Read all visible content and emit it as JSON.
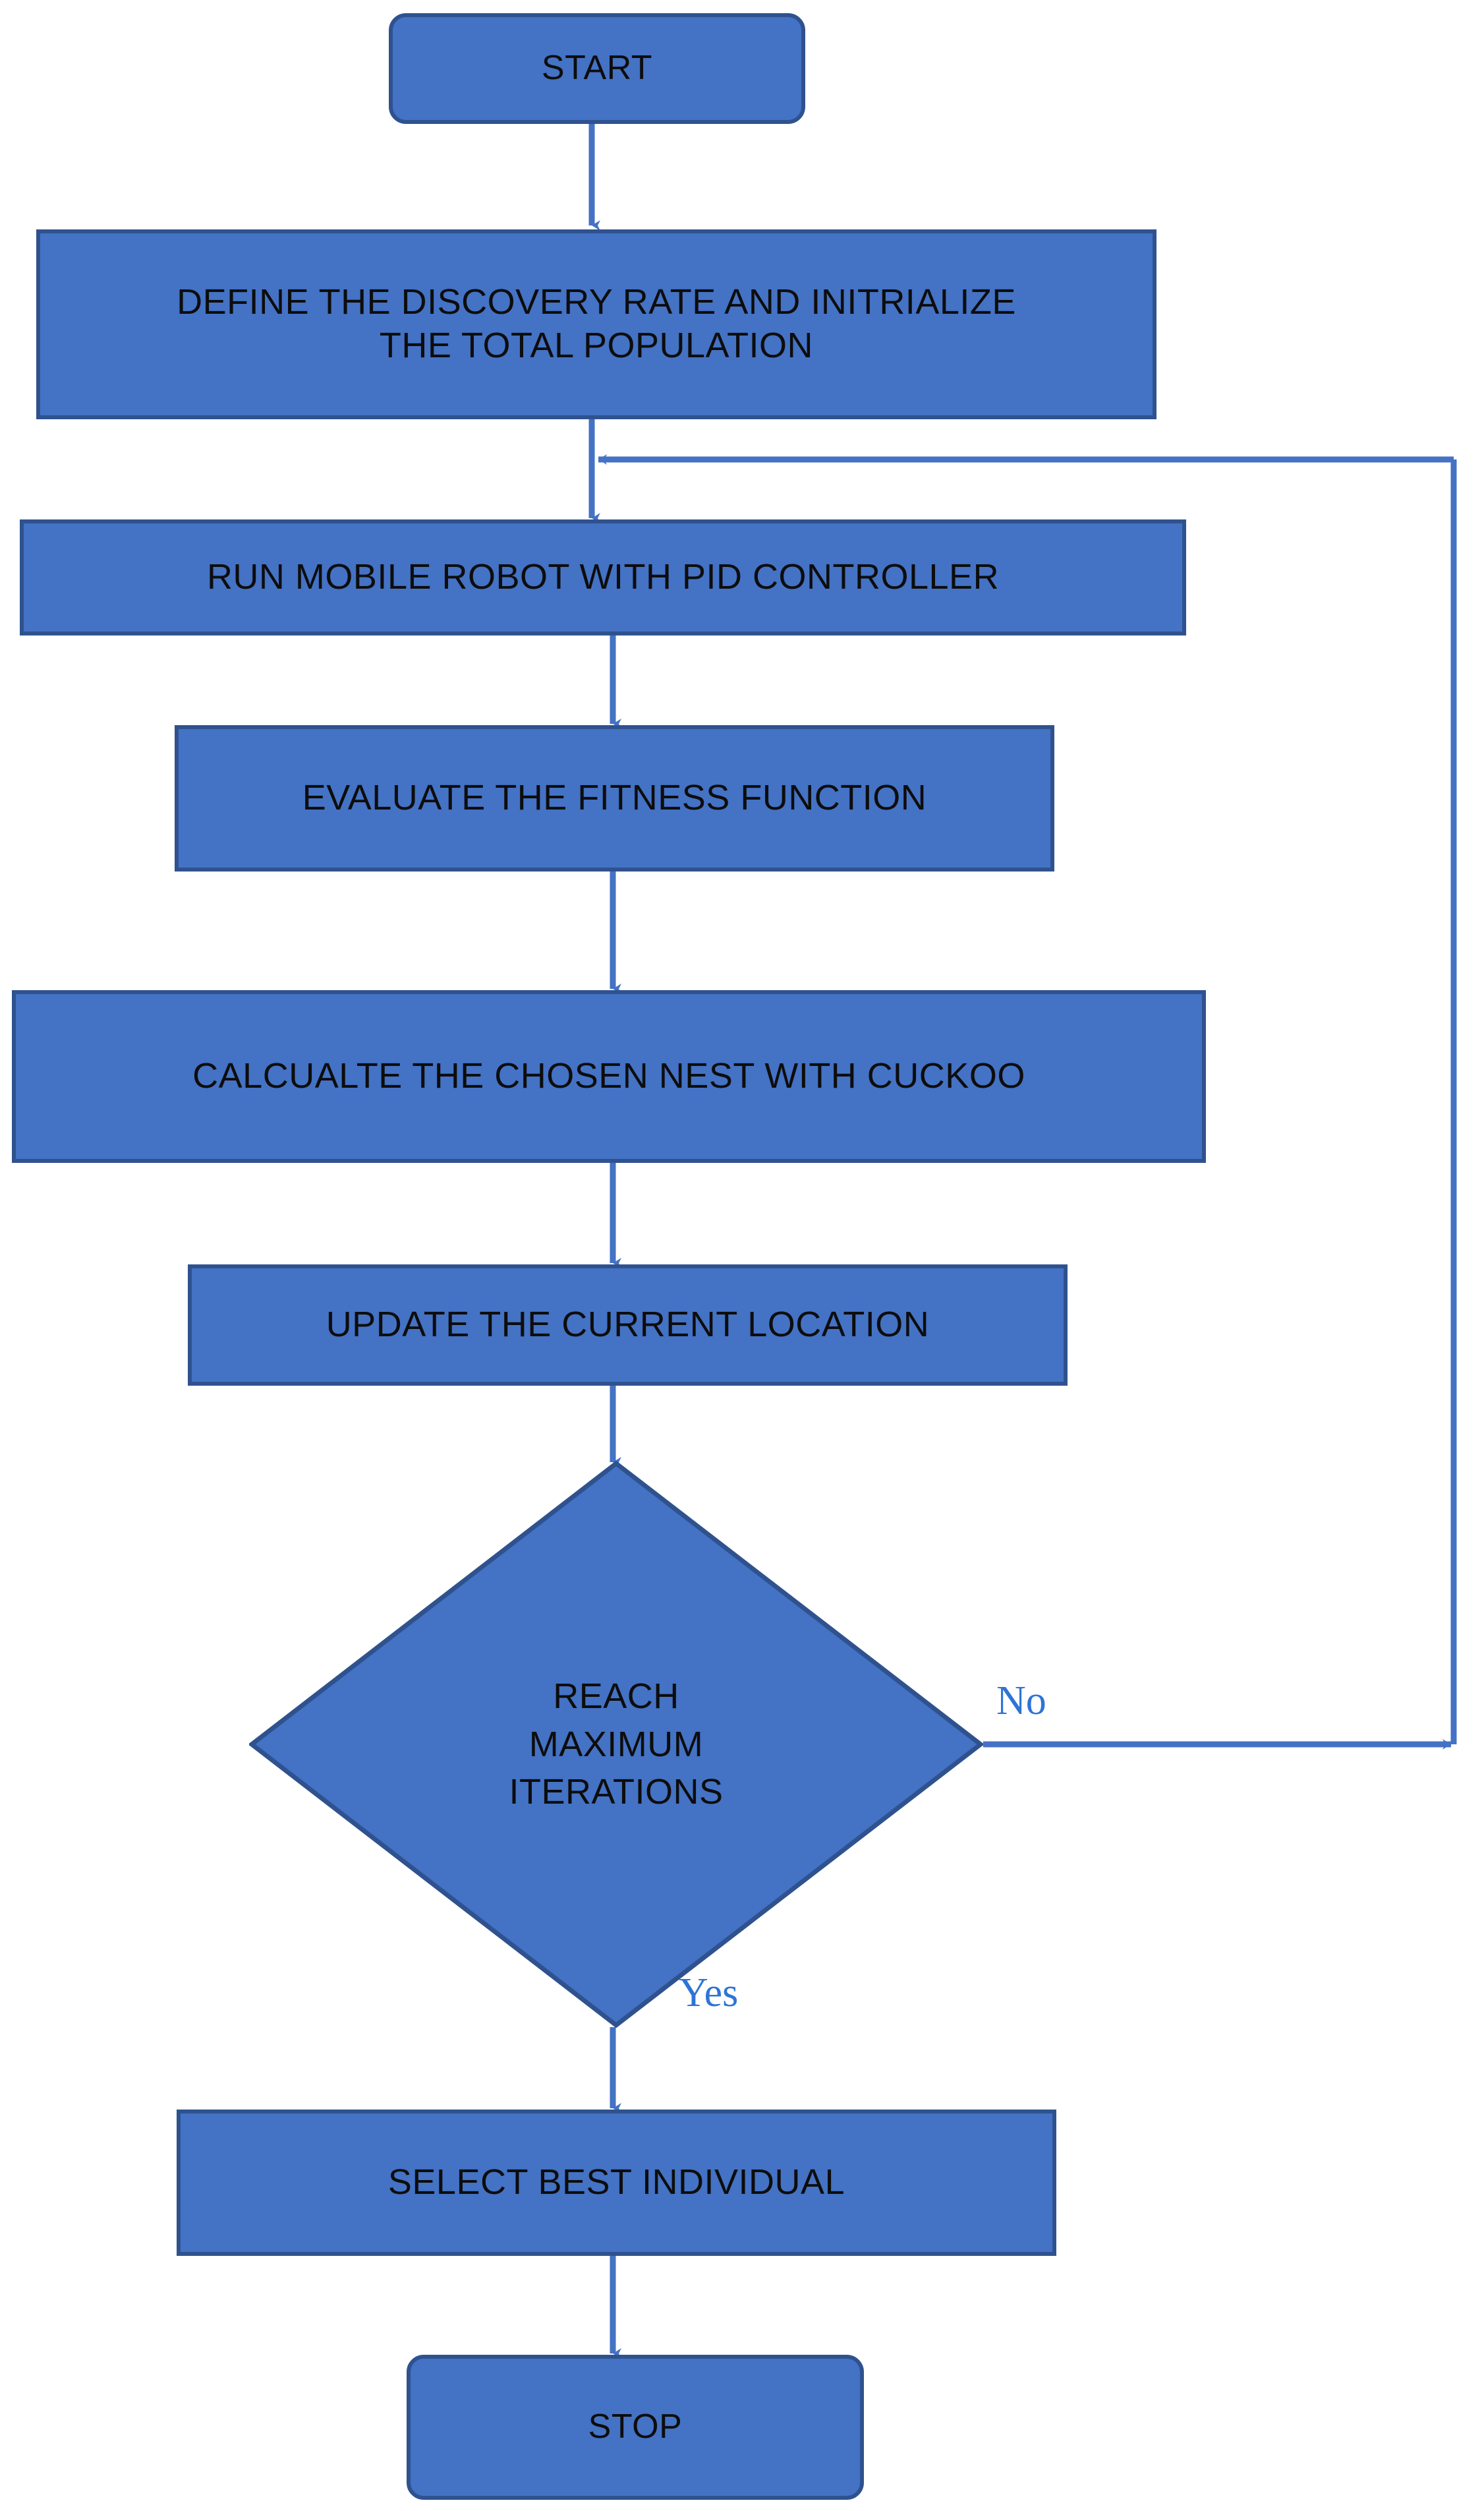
{
  "diagram": {
    "title": "Cuckoo Search optimized PID controller flowchart",
    "colors": {
      "node_fill": "#4472C4",
      "node_border": "#2F528F",
      "connector": "#4472C4",
      "label_text": "#2E74D6",
      "node_text": "#0D0D0D",
      "background": "#FFFFFF"
    },
    "nodes": [
      {
        "id": "start",
        "shape": "terminator",
        "label": "START"
      },
      {
        "id": "define",
        "shape": "process",
        "label": "DEFINE THE DISCOVERY RATE AND INITRIALIZE\nTHE TOTAL POPULATION"
      },
      {
        "id": "run",
        "shape": "process",
        "label": "RUN MOBILE ROBOT WITH PID CONTROLLER"
      },
      {
        "id": "evaluate",
        "shape": "process",
        "label": "EVALUATE THE FITNESS FUNCTION"
      },
      {
        "id": "calculate",
        "shape": "process",
        "label": "CALCUALTE THE CHOSEN NEST WITH CUCKOO"
      },
      {
        "id": "update",
        "shape": "process",
        "label": "UPDATE THE CURRENT LOCATION"
      },
      {
        "id": "decision",
        "shape": "decision",
        "label": "REACH\nMAXIMUM\nITERATIONS"
      },
      {
        "id": "select",
        "shape": "process",
        "label": "SELECT BEST INDIVIDUAL"
      },
      {
        "id": "stop",
        "shape": "terminator",
        "label": "STOP"
      }
    ],
    "edge_labels": {
      "no": "No",
      "yes": "Yes"
    },
    "edges": [
      {
        "from": "start",
        "to": "define",
        "label": ""
      },
      {
        "from": "define",
        "to": "run",
        "label": ""
      },
      {
        "from": "run",
        "to": "evaluate",
        "label": ""
      },
      {
        "from": "evaluate",
        "to": "calculate",
        "label": ""
      },
      {
        "from": "calculate",
        "to": "update",
        "label": ""
      },
      {
        "from": "update",
        "to": "decision",
        "label": ""
      },
      {
        "from": "decision",
        "to": "run",
        "label": "No"
      },
      {
        "from": "decision",
        "to": "select",
        "label": "Yes"
      },
      {
        "from": "select",
        "to": "stop",
        "label": ""
      }
    ]
  }
}
